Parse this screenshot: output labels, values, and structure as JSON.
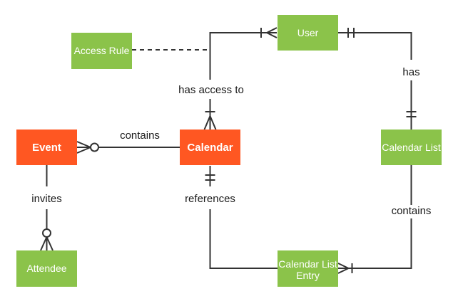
{
  "diagram": {
    "kind": "entity-relationship-diagram",
    "notation": "crow's foot"
  },
  "colors": {
    "entity_primary_orange": "#FF5722",
    "entity_secondary_green": "#8BC34A",
    "connector_line": "#333333",
    "relationship_label_text": "#1a1a1a",
    "entity_label_text": "#FFFFFF",
    "background": "#FFFFFF"
  },
  "entities": {
    "event": {
      "label": "Event",
      "color": "#FF5722"
    },
    "calendar": {
      "label": "Calendar",
      "color": "#FF5722"
    },
    "user": {
      "label": "User",
      "color": "#8BC34A"
    },
    "access_rule": {
      "label": "Access Rule",
      "color": "#8BC34A"
    },
    "calendar_list": {
      "label": "Calendar List",
      "color": "#8BC34A"
    },
    "attendee": {
      "label": "Attendee",
      "color": "#8BC34A"
    },
    "calendar_list_entry": {
      "label": "Calendar List Entry",
      "lines": [
        "Calendar List",
        "Entry"
      ],
      "color": "#8BC34A"
    }
  },
  "relationships": {
    "event_contains_calendar": {
      "from": "Event",
      "to": "Calendar",
      "label": "contains",
      "from_cardinality": "zero-or-many",
      "to_cardinality": "plain"
    },
    "calendar_has_access_to_user": {
      "from": "Calendar",
      "to": "User",
      "label": "has access to",
      "from_cardinality": "one-or-many",
      "to_cardinality": "one-or-many"
    },
    "access_rule_link": {
      "from": "Access Rule",
      "to": "has access to connector",
      "label": "",
      "style": "dashed"
    },
    "user_has_calendar_list": {
      "from": "User",
      "to": "Calendar List",
      "label": "has",
      "from_cardinality": "one-and-only-one",
      "to_cardinality": "one-and-only-one"
    },
    "calendar_references_entry": {
      "from": "Calendar",
      "to": "Calendar List Entry",
      "label": "references",
      "from_cardinality": "one-and-only-one",
      "to_cardinality": "plain"
    },
    "calendar_list_contains_entry": {
      "from": "Calendar List",
      "to": "Calendar List Entry",
      "label": "contains",
      "from_cardinality": "plain",
      "to_cardinality": "one-or-many"
    },
    "event_invites_attendee": {
      "from": "Event",
      "to": "Attendee",
      "label": "invites",
      "from_cardinality": "plain",
      "to_cardinality": "zero-or-many"
    }
  }
}
